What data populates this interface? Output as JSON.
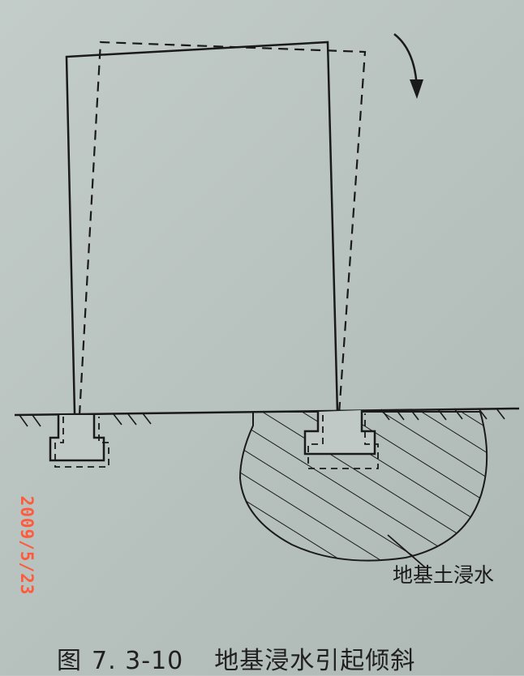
{
  "figure": {
    "label": "地基土浸水",
    "caption_fig": "图",
    "caption_number": "7. 3-10",
    "caption_title": "地基浸水引起倾斜"
  },
  "date_stamp": "2009/5/23",
  "colors": {
    "paper": "#bfc8c4",
    "ink": "#1a1a1a",
    "date_stamp": "#ff5a3c"
  },
  "icons": {
    "rotation_arrow": "curved-arrow-down-icon"
  }
}
